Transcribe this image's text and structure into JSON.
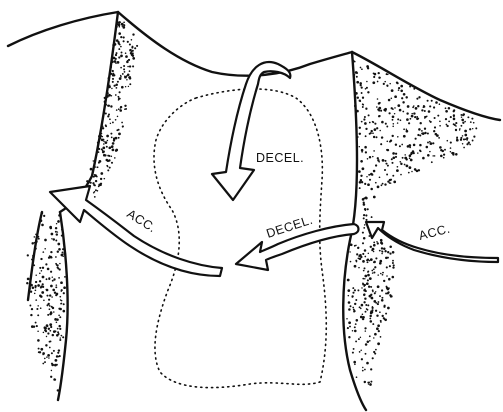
{
  "labels": {
    "decel_top": "DECEL.",
    "decel_mid": "DECEL.",
    "acc_left": "ACC.",
    "acc_right": "ACC."
  }
}
